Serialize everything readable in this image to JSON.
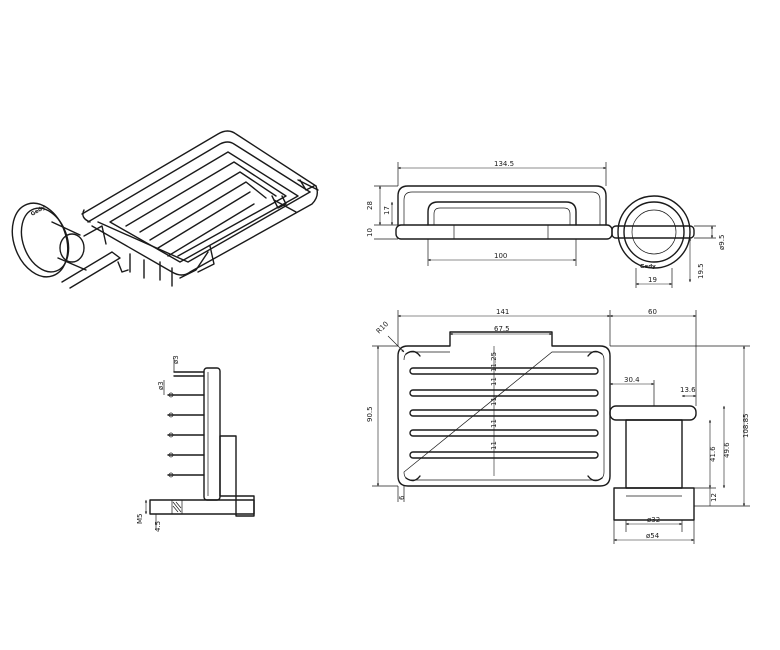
{
  "top_view": {
    "width": "134.5",
    "height_outer": "28",
    "height_inner": "17",
    "base": "10",
    "inner_length": "100",
    "rod_dia": "ø9.5",
    "flange_width": "19",
    "flange_offset": "19.5"
  },
  "side_view": {
    "rod_top": "ø3",
    "rod_left": "ø3",
    "thread": "M5",
    "depth": "4.5"
  },
  "front_view": {
    "width": "141",
    "depth": "60",
    "radius": "R10",
    "opening": "67.5",
    "bar_gap_top": "11.25",
    "bar_gap_1": "11",
    "bar_gap_2": "11",
    "bar_gap_3": "11",
    "bar_gap_4": "11",
    "height_left": "90.5",
    "bottom": "6",
    "arm_length": "30.4",
    "arm_dia": "13.6",
    "arm_height": "41.6",
    "post_height": "49.6",
    "total_height": "108.85",
    "base_height": "12",
    "base_inner": "ø32",
    "base_outer": "ø54"
  },
  "logo": "Gedy"
}
